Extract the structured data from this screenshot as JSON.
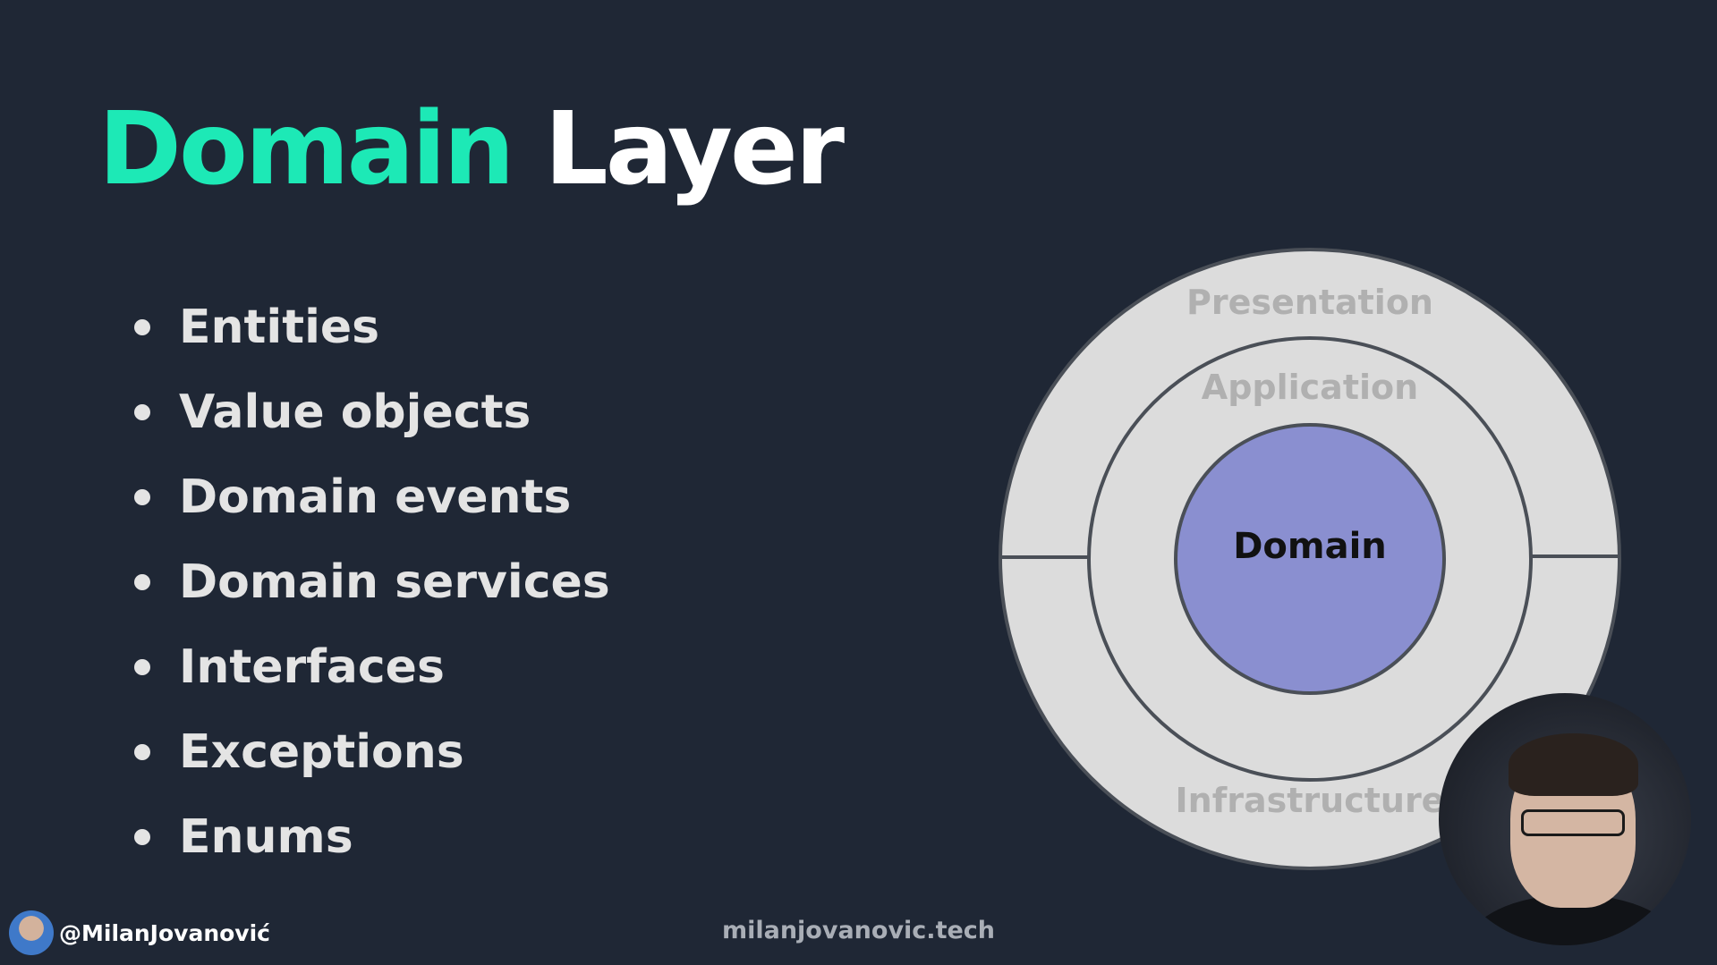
{
  "title": {
    "accent": "Domain",
    "rest": "Layer"
  },
  "bullets": [
    "Entities",
    "Value objects",
    "Domain events",
    "Domain services",
    "Interfaces",
    "Exceptions",
    "Enums"
  ],
  "diagram": {
    "layers": {
      "outer": "Presentation",
      "middle": "Application",
      "core": "Domain",
      "bottom": "Infrastructure"
    },
    "colors": {
      "ring": "#dcdcdc",
      "core": "#8a8fd0",
      "stroke": "#4a4f57",
      "label": "#b0b0b0"
    }
  },
  "footer": {
    "handle": "@MilanJovanović",
    "site": "milanjovanovic.tech"
  }
}
